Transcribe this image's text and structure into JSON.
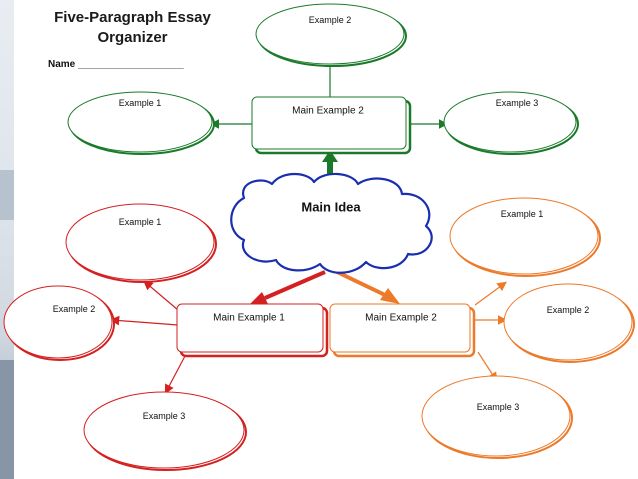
{
  "header": {
    "title": "Five-Paragraph Essay Organizer",
    "name_field": "Name ___________________"
  },
  "main_idea": {
    "label": "Main Idea"
  },
  "main_examples": {
    "top": "Main Example 2",
    "left": "Main Example 1",
    "right": "Main Example 2"
  },
  "examples": {
    "top_left": "Example 1",
    "top_top": "Example 2",
    "top_right": "Example 3",
    "left_1": "Example 1",
    "left_2": "Example 2",
    "left_3": "Example 3",
    "right_1": "Example 1",
    "right_2": "Example 2",
    "right_3": "Example 3"
  },
  "colors": {
    "green": "#1a7a2a",
    "red": "#d42020",
    "orange": "#ec7a2a",
    "blue": "#1a2fb0"
  }
}
